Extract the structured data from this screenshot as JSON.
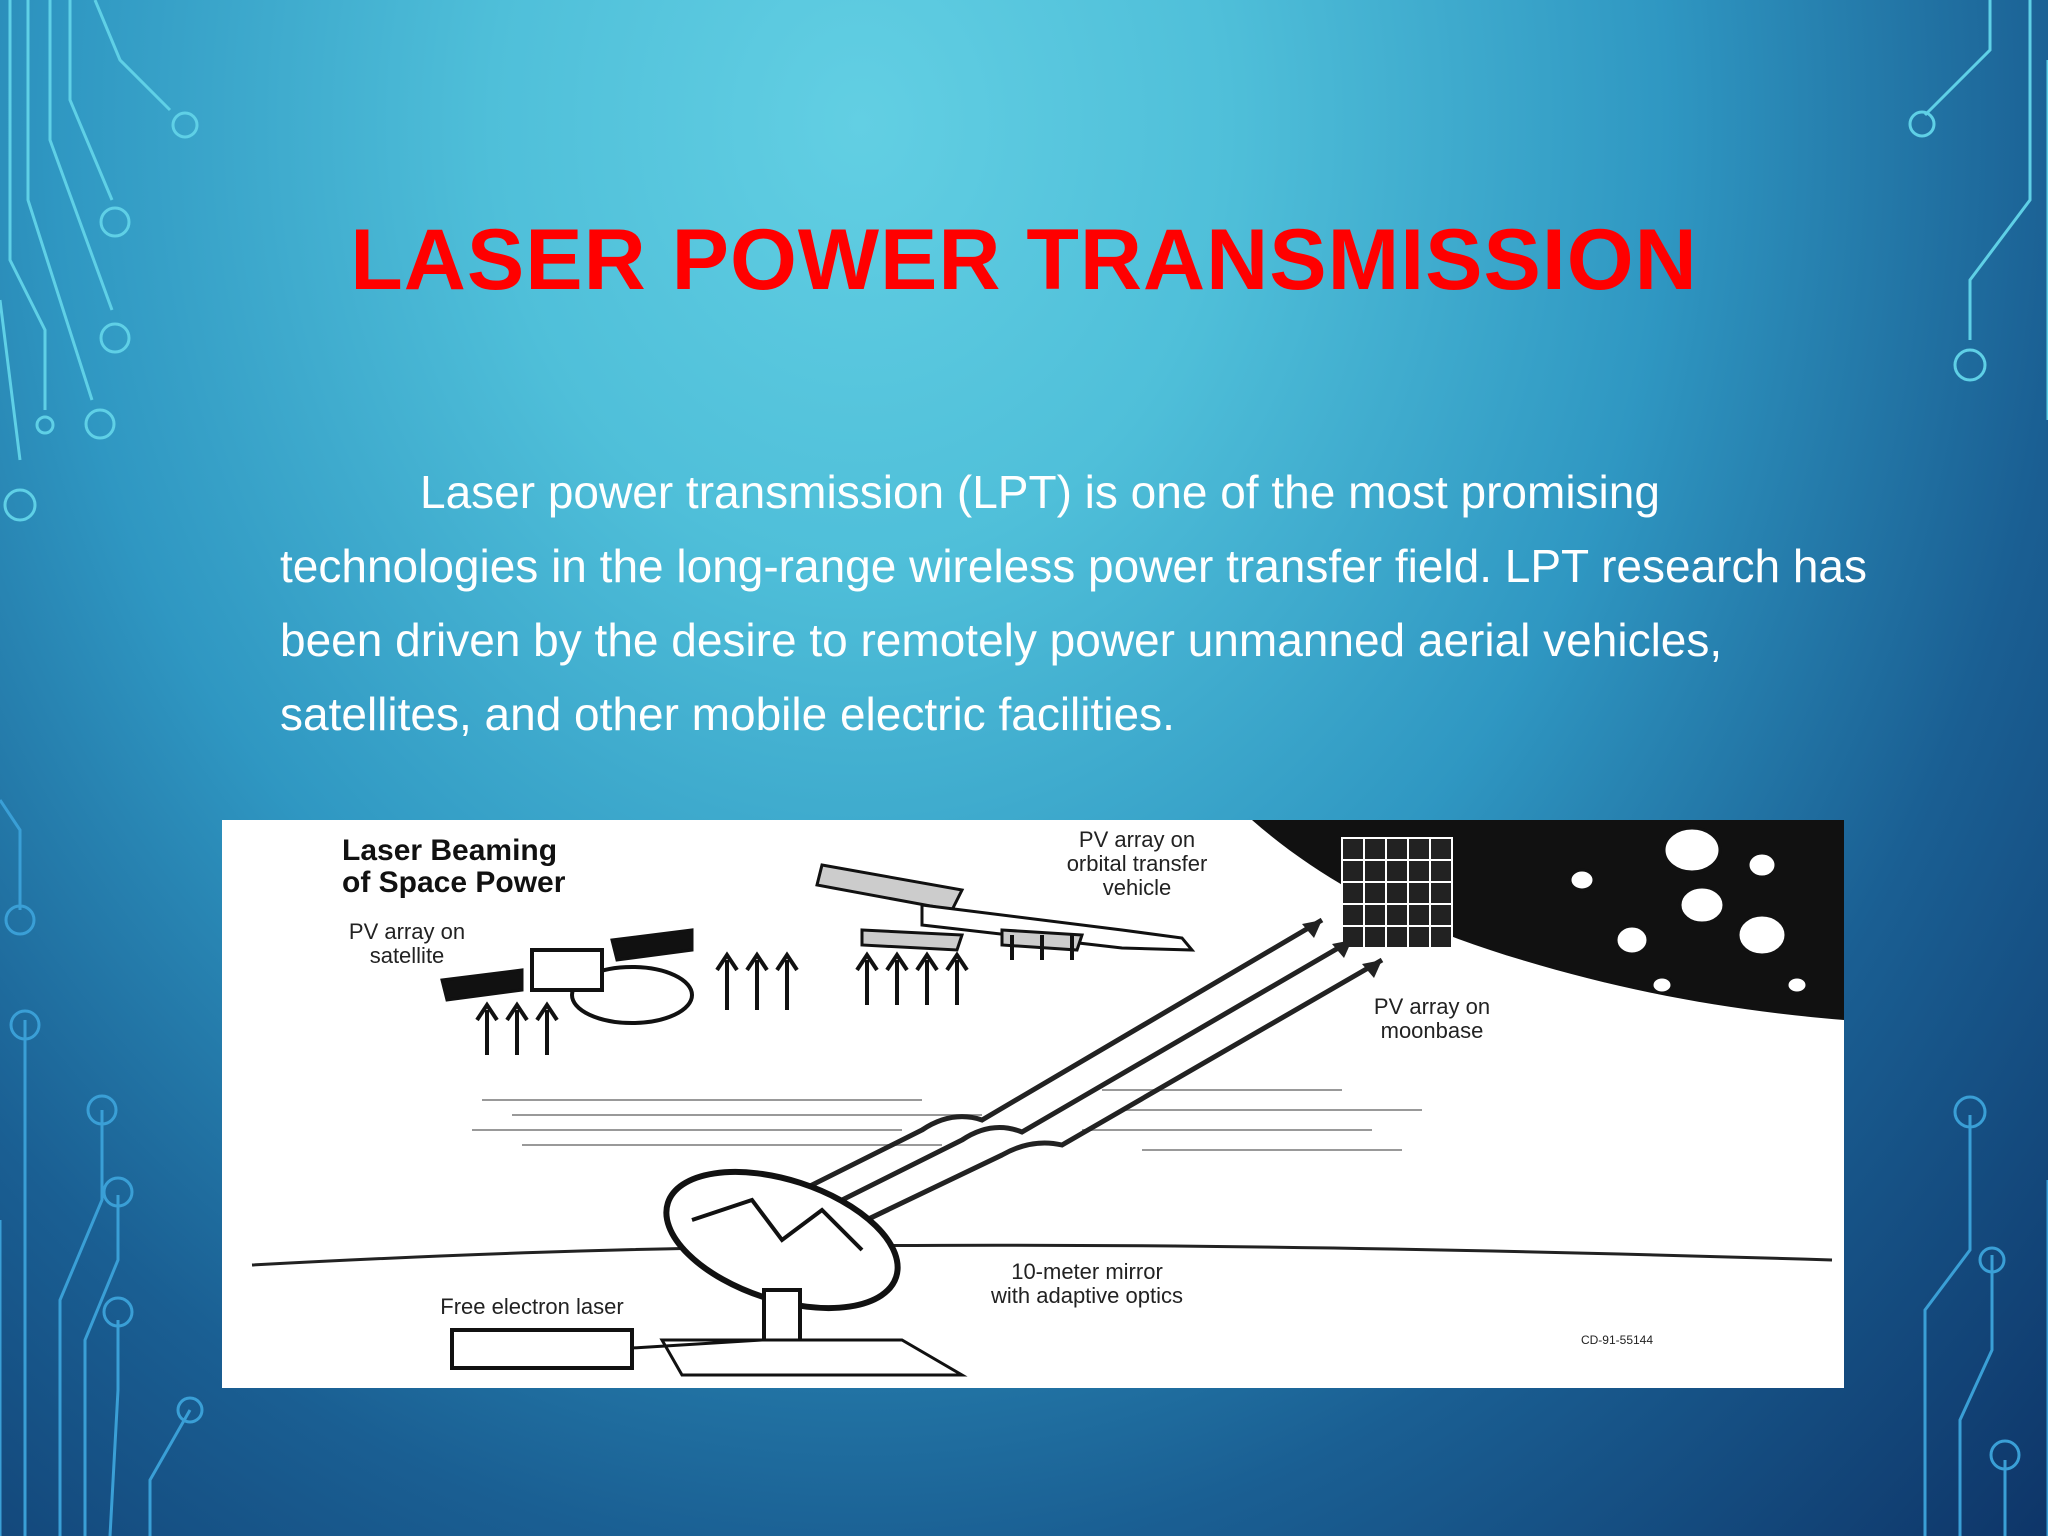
{
  "slide": {
    "title": "LASER POWER TRANSMISSION",
    "paragraph": "Laser power transmission (LPT) is one of the most promising technologies in the long-range wireless power transfer field. LPT research has been driven by the desire to remotely power unmanned aerial vehicles, satellites, and other mobile electric facilities."
  },
  "figure": {
    "title_line1": "Laser Beaming",
    "title_line2": "of Space Power",
    "pv_satellite_line1": "PV array on",
    "pv_satellite_line2": "satellite",
    "pv_orbital_line1": "PV array on",
    "pv_orbital_line2": "orbital transfer",
    "pv_orbital_line3": "vehicle",
    "pv_moonbase_line1": "PV array on",
    "pv_moonbase_line2": "moonbase",
    "mirror_line1": "10-meter mirror",
    "mirror_line2": "with adaptive optics",
    "laser_label": "Free electron laser",
    "code": "CD-91-55144"
  },
  "colors": {
    "title": "#ff0000",
    "text": "#ffffff",
    "circuit": "#5fd0e6"
  }
}
